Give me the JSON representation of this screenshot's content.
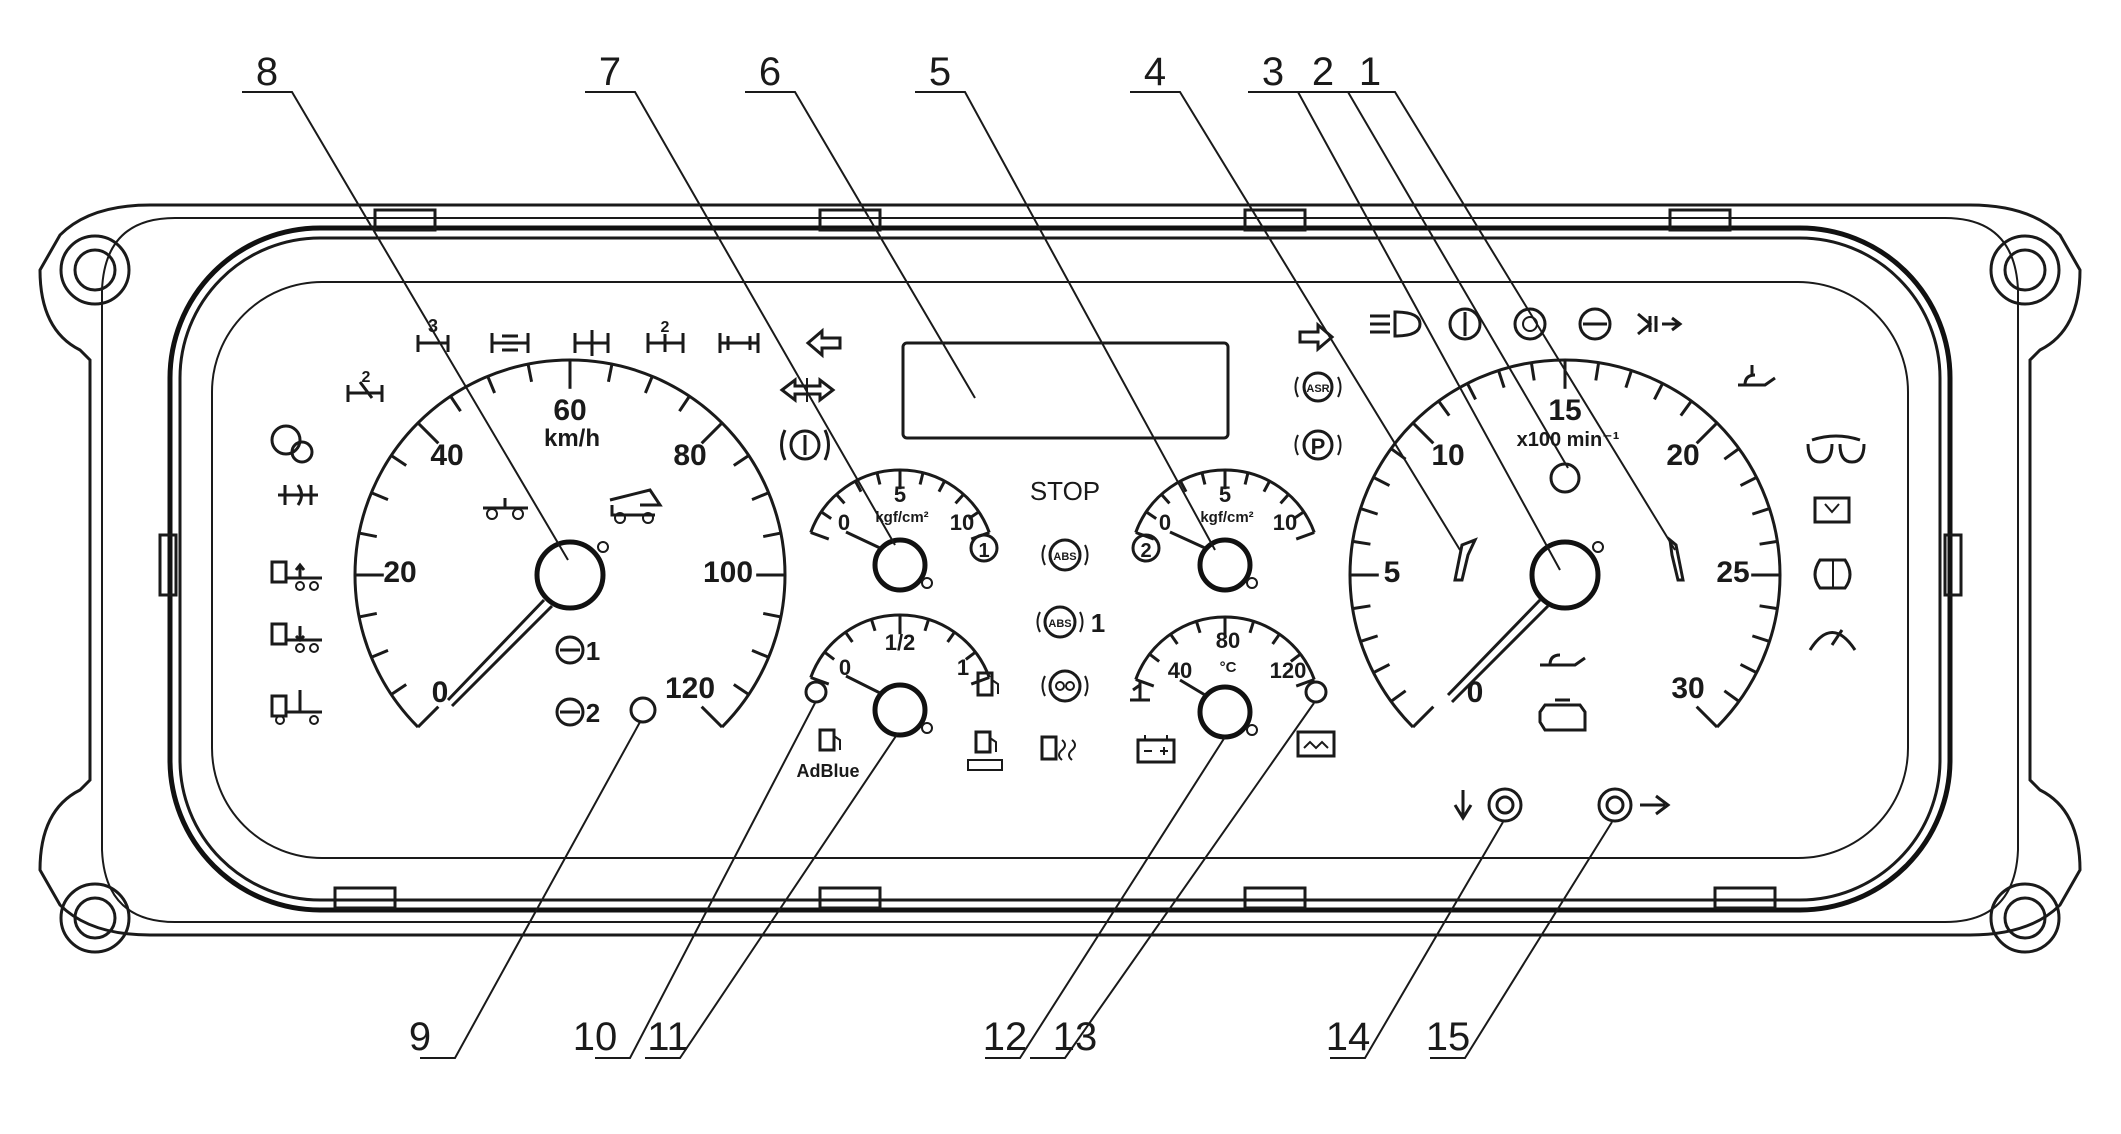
{
  "callouts": [
    "1",
    "2",
    "3",
    "4",
    "5",
    "6",
    "7",
    "8",
    "9",
    "10",
    "11",
    "12",
    "13",
    "14",
    "15"
  ],
  "speedometer": {
    "unit": "km/h",
    "ticks": [
      "0",
      "20",
      "40",
      "60",
      "80",
      "100",
      "120"
    ]
  },
  "tachometer": {
    "unit": "x100 min⁻¹",
    "ticks": [
      "0",
      "5",
      "10",
      "15",
      "20",
      "25",
      "30"
    ]
  },
  "air_pressure_1": {
    "unit": "kgf/cm²",
    "ticks": [
      "0",
      "5",
      "10"
    ],
    "badge": "1"
  },
  "air_pressure_2": {
    "unit": "kgf/cm²",
    "ticks": [
      "0",
      "5",
      "10"
    ],
    "badge": "2"
  },
  "fuel_gauge": {
    "ticks": [
      "0",
      "1/2",
      "1"
    ]
  },
  "temp_gauge": {
    "unit": "°C",
    "ticks": [
      "40",
      "80",
      "120"
    ]
  },
  "labels": {
    "stop": "STOP",
    "adblue": "AdBlue",
    "abs": "ABS",
    "asr": "ASR",
    "parking": "P",
    "o1": "1",
    "o2": "2",
    "abs1": "1",
    "axle2": "2",
    "axle3": "3",
    "axle2b": "2"
  }
}
